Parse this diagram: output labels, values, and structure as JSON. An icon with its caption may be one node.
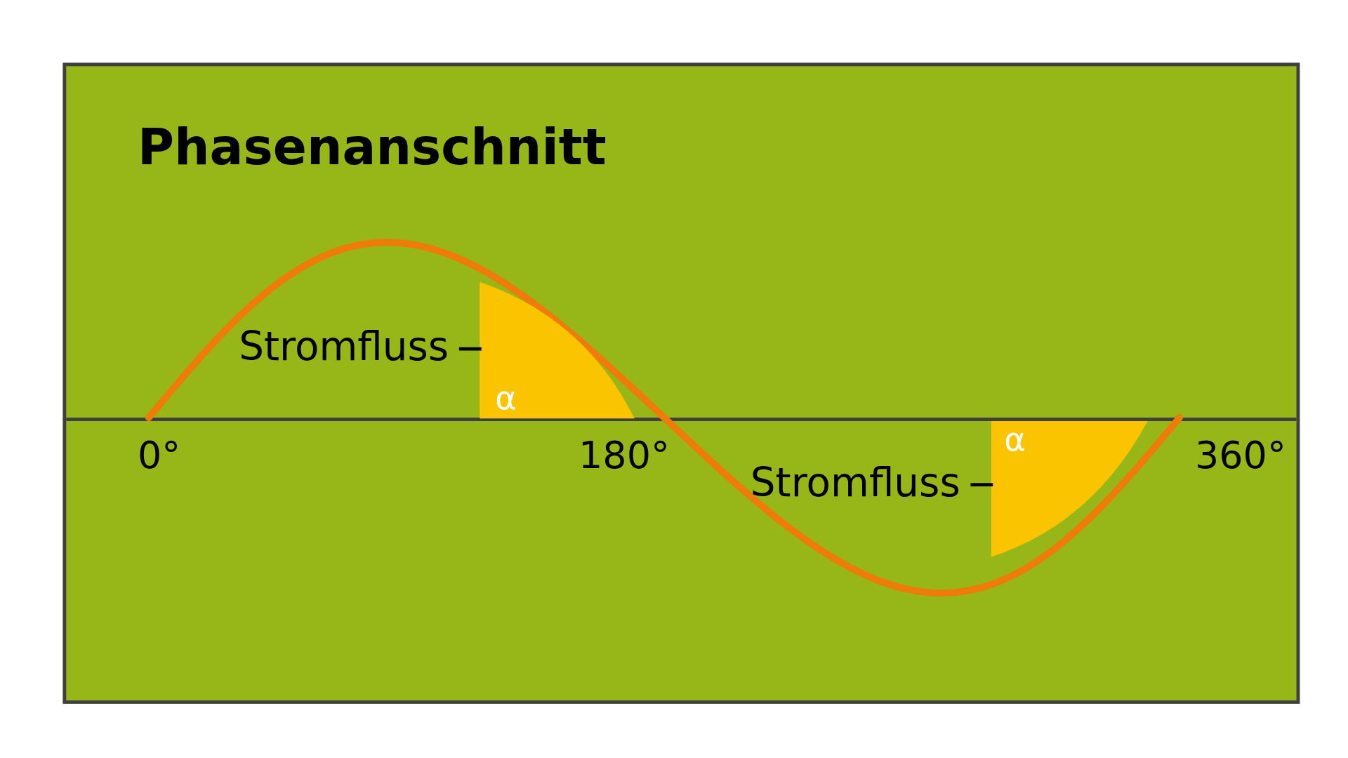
{
  "diagram": {
    "title": "Phasenanschnitt",
    "nodes": [
      {
        "text": [
          "Stromfluss"
        ]
      },
      {
        "text": [
          "α"
        ]
      },
      {
        "text": [
          "Stromfluss"
        ]
      },
      {
        "text": [
          "α"
        ]
      }
    ],
    "edges": [
      {
        "from": 0,
        "to": 1,
        "arrow": "none"
      },
      {
        "from": 2,
        "to": 3,
        "arrow": "none"
      }
    ],
    "labels": [
      "0°",
      "180°",
      "360°"
    ]
  }
}
